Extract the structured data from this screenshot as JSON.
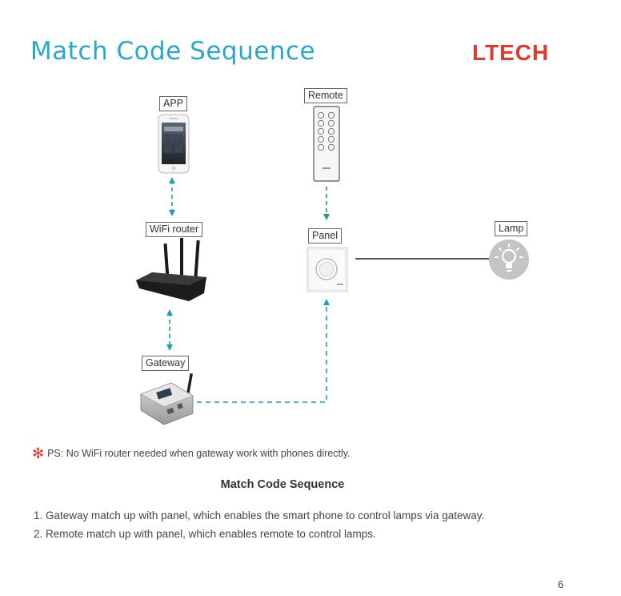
{
  "header": {
    "title": "Match Code Sequence",
    "logo_text": "LTECH"
  },
  "diagram": {
    "labels": {
      "app": "APP",
      "remote": "Remote",
      "wifi_router": "WiFi router",
      "panel": "Panel",
      "lamp": "Lamp",
      "gateway": "Gateway"
    },
    "colors": {
      "connector": "#1f9ebd",
      "remote_link": "#2a9d6b",
      "wire": "#555555",
      "accent": "#2aa8c9"
    }
  },
  "note": {
    "star": "✻",
    "text": "PS: No WiFi router needed when gateway work with phones directly."
  },
  "section": {
    "title": "Match Code Sequence"
  },
  "steps": [
    "1. Gateway match up with panel, which enables the smart phone to control lamps via gateway.",
    "2. Remote match up with panel, which enables remote to control lamps."
  ],
  "footer": {
    "page_number": "6"
  }
}
